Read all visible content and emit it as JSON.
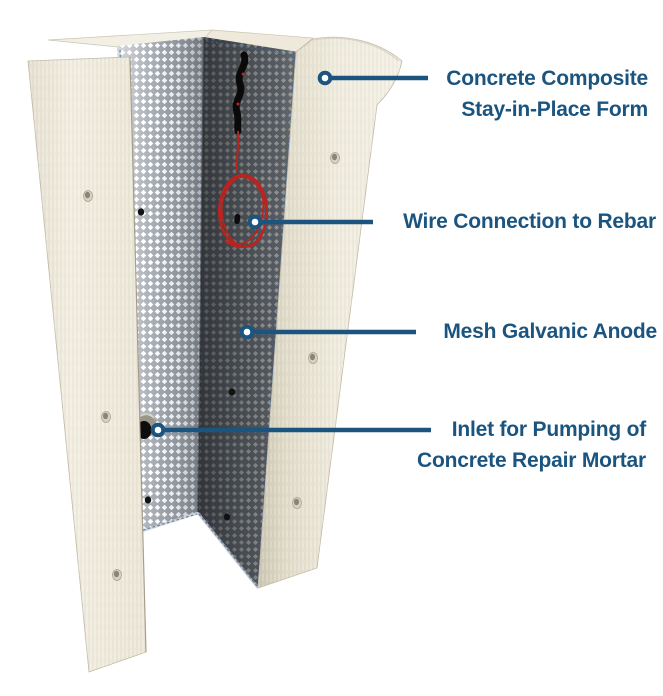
{
  "diagram": {
    "subject": "concrete-column-corner-repair-form",
    "annotations": [
      {
        "marker_icon": "open-circle-marker",
        "lines": [
          "Concrete Composite",
          "Stay-in-Place Form"
        ]
      },
      {
        "marker_icon": "open-circle-marker",
        "lines": [
          "Wire Connection to Rebar"
        ]
      },
      {
        "marker_icon": "open-circle-marker",
        "lines": [
          "Mesh Galvanic Anode"
        ]
      },
      {
        "marker_icon": "open-circle-marker",
        "lines": [
          "Inlet for Pumping of",
          "Concrete Repair Mortar"
        ]
      }
    ],
    "colors": {
      "label_blue": "#1a547f",
      "callout_blue": "#1a547f",
      "wire_red": "#b8241f",
      "panel_cream": "#f0ecdf",
      "mesh_light_gray": "#9aa1a9",
      "mesh_dark_gray": "#565b63"
    }
  }
}
